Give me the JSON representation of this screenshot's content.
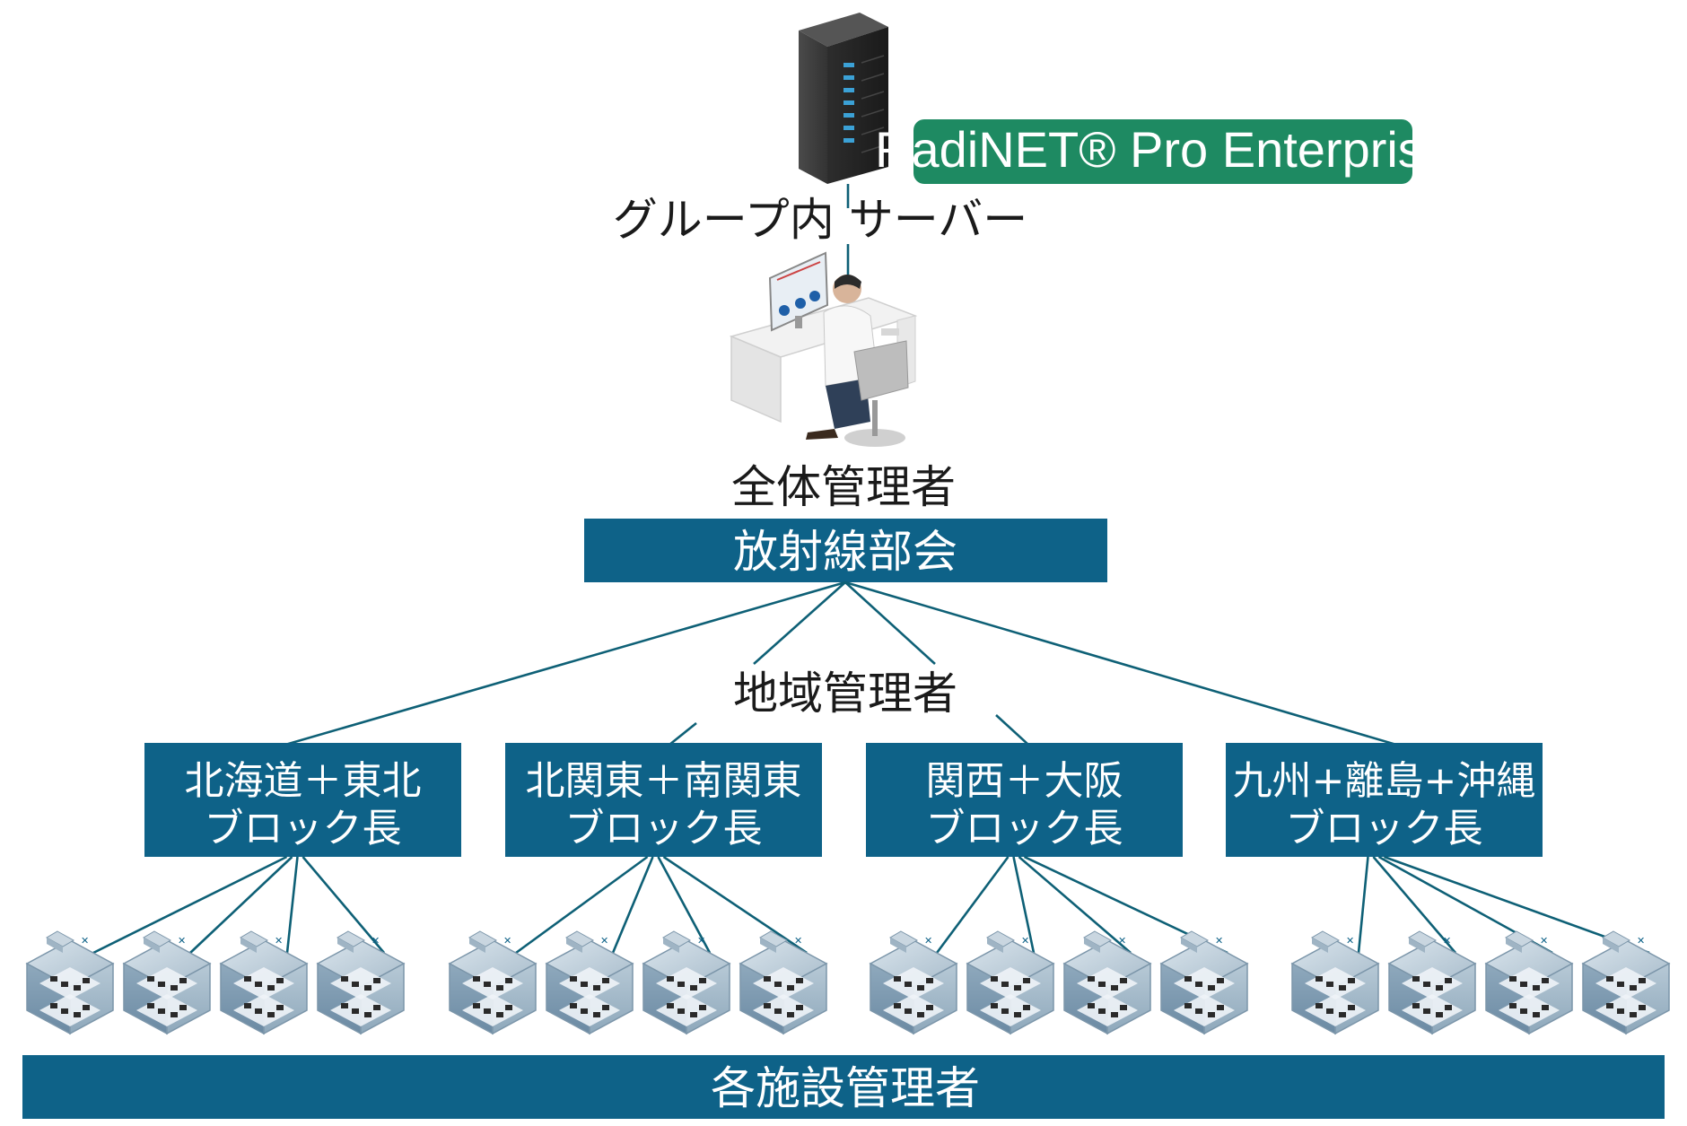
{
  "server": {
    "label": "グループ内 サーバー",
    "software_badge": "RadiNET® Pro Enterprise",
    "badge_color": "#1e8a62"
  },
  "admin": {
    "label": "全体管理者"
  },
  "council": {
    "label": "放射線部会"
  },
  "regional": {
    "label": "地域管理者"
  },
  "blocks": [
    {
      "line1": "北海道＋東北",
      "line2": "ブロック長"
    },
    {
      "line1": "北関東＋南関東",
      "line2": "ブロック長"
    },
    {
      "line1": "関西＋大阪",
      "line2": "ブロック長"
    },
    {
      "line1": "九州+離島+沖縄",
      "line2": "ブロック長"
    }
  ],
  "facilities_per_block": 4,
  "facility_icon": "facility-building-icon",
  "facility_manager": {
    "label": "各施設管理者"
  },
  "colors": {
    "box": "#0e6288",
    "line": "#0e6076",
    "text": "#1a1a1a"
  }
}
